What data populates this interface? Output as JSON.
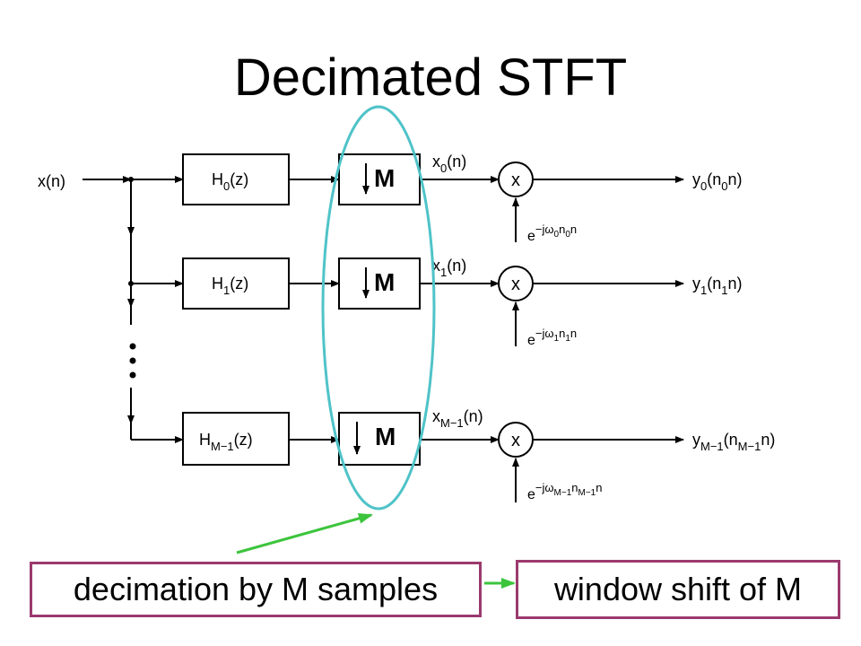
{
  "title": "Decimated STFT",
  "input_label": "x(n)",
  "branches": [
    {
      "filter": {
        "base": "H",
        "sub": "0",
        "rest": "(z)"
      },
      "decimator": "M",
      "subband": {
        "base": "x",
        "sub": "0",
        "rest": "(n)"
      },
      "multiplier": "x",
      "modulator": {
        "base": "e",
        "sup": "−jω",
        "sub1": "0",
        "mid": "n",
        "sub2": "0",
        "tail": "n"
      },
      "output": {
        "base": "y",
        "sub": "0",
        "mid": "(n",
        "sub2": "0",
        "tail": "n)"
      }
    },
    {
      "filter": {
        "base": "H",
        "sub": "1",
        "rest": "(z)"
      },
      "decimator": "M",
      "subband": {
        "base": "x",
        "sub": "1",
        "rest": "(n)"
      },
      "multiplier": "x",
      "modulator": {
        "base": "e",
        "sup": "−jω",
        "sub1": "1",
        "mid": "n",
        "sub2": "1",
        "tail": "n"
      },
      "output": {
        "base": "y",
        "sub": "1",
        "mid": "(n",
        "sub2": "1",
        "tail": "n)"
      }
    },
    {
      "filter": {
        "base": "H",
        "sub": "M−1",
        "rest": "(z)"
      },
      "decimator": "M",
      "subband": {
        "base": "x",
        "sub": "M−1",
        "rest": "(n)"
      },
      "multiplier": "x",
      "modulator": {
        "base": "e",
        "sup": "−jω",
        "sub1": "M−1",
        "mid": "n",
        "sub2": "M−1",
        "tail": "n"
      },
      "output": {
        "base": "y",
        "sub": "M−1",
        "mid": "(n",
        "sub2": "M−1",
        "tail": "n)"
      }
    }
  ],
  "annotations": {
    "decimation": "decimation by M samples",
    "window_shift": "window shift of M"
  },
  "colors": {
    "ellipse": "#4fc3c8",
    "arrow": "#3cc43c",
    "note_border": "#9b3a6e"
  }
}
